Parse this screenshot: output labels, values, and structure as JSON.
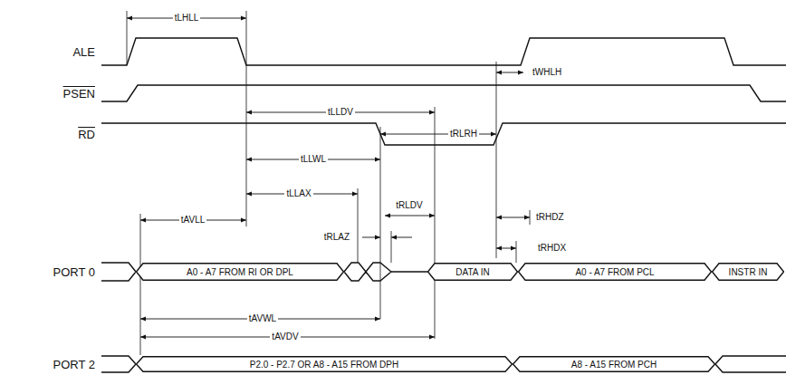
{
  "diagram": {
    "nodes": [
      {
        "text": [
          "A0 - A7 FROM RI OR DPL"
        ]
      },
      {
        "text": [
          "DATA IN"
        ]
      },
      {
        "text": [
          "A0 - A7 FROM PCL"
        ]
      },
      {
        "text": [
          "INSTR IN"
        ]
      },
      {
        "text": [
          "P2.0 - P2.7 OR A8 - A15 FROM DPH"
        ]
      },
      {
        "text": [
          "A8 - A15 FROM PCH"
        ]
      }
    ],
    "labels": [
      "ALE",
      "tLHLL",
      "tWHLH",
      "PSEN",
      "tLLDV",
      "tRLRH",
      "tLLWL",
      "RD",
      "tLLAX",
      "tRLDV",
      "tRHDZ",
      "tAVLL",
      "tRLAZ",
      "tRHDX",
      "PORT 0",
      "tAVWL",
      "tAVDV",
      "PORT 2"
    ]
  }
}
